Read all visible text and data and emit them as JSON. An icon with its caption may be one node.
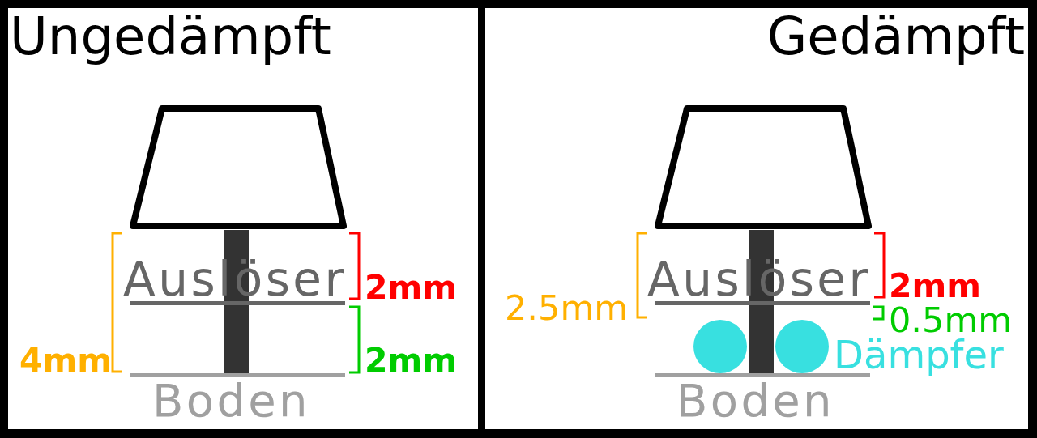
{
  "diagram": {
    "nodes": [
      {
        "text": [
          "Ungedämpft"
        ]
      },
      {
        "text": [
          "Gedämpft"
        ]
      }
    ],
    "labels": [
      "Auslöser",
      "2mm",
      "4mm",
      "2mm",
      "Boden",
      "Auslöser",
      "2mm",
      "2.5mm",
      "0.5mm",
      "Dämpfer",
      "Boden"
    ]
  }
}
